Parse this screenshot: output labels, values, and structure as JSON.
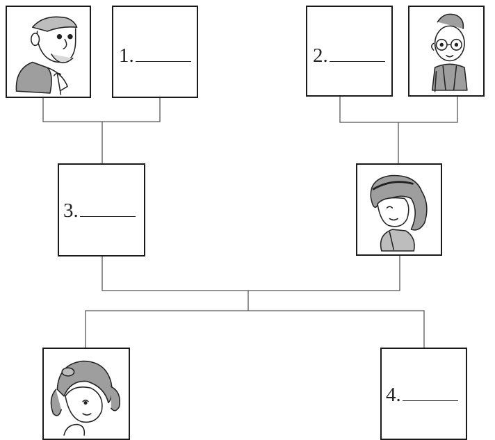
{
  "slots": [
    {
      "number": "1."
    },
    {
      "number": "2."
    },
    {
      "number": "3."
    },
    {
      "number": "4."
    }
  ],
  "pictures": {
    "paternal_grandfather": "old-man-with-cap-and-cane",
    "maternal_grandmother": "old-woman-with-glasses",
    "mother": "girl-with-headband",
    "child": "girl-with-pigtails"
  }
}
